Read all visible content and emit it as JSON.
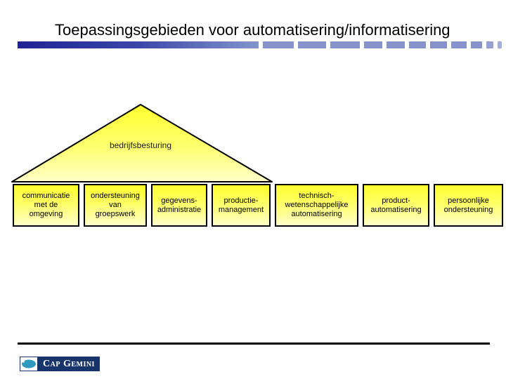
{
  "title": "Toepassingsgebieden voor automatisering/informatisering",
  "pyramid": {
    "top_label": "bedrijfsbesturing",
    "boxes": [
      {
        "label": "communicatie\nmet de\nomgeving"
      },
      {
        "label": "ondersteuning\nvan\ngroepswerk"
      },
      {
        "label": "gegevens-\nadministratie"
      },
      {
        "label": "productie-\nmanagement"
      },
      {
        "label": "technisch-\nwetenschappelijke\nautomatisering"
      },
      {
        "label": "product-\nautomatisering"
      },
      {
        "label": "persoonlijke\nondersteuning"
      }
    ]
  },
  "footer": {
    "logo_text": "Cap Gemini"
  },
  "colors": {
    "bar_dark_blue": "#1F2294",
    "bar_light_blue": "#8793CB",
    "box_yellow_top": "#FFFF2E",
    "box_yellow_bottom": "#FFFFC9",
    "logo_navy": "#17356B",
    "logo_symbol_blue": "#2E9AC0"
  }
}
